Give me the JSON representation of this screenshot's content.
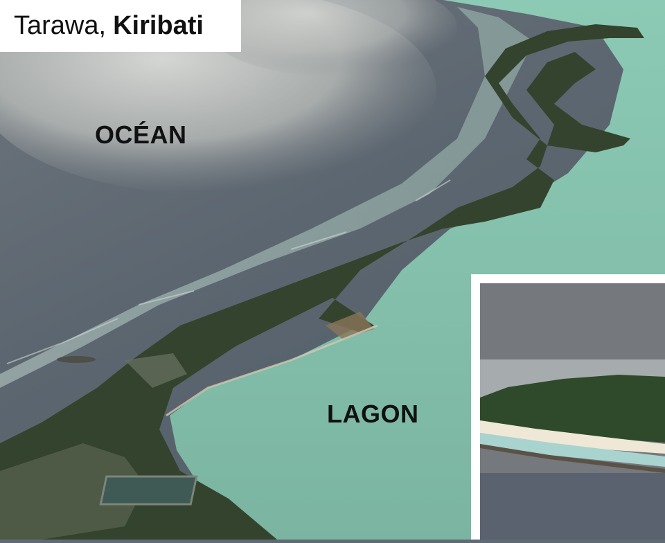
{
  "caption": {
    "place": "Tarawa,",
    "country": "Kiribati"
  },
  "labels": {
    "ocean": "OCÉAN",
    "lagoon": "LAGON"
  },
  "colors": {
    "ocean": "#5d6771",
    "lagoon": "#86bfae",
    "vegetation": "#2f3f2a",
    "cloud": "#c9cbc6",
    "sand": "#e8e0cc"
  }
}
